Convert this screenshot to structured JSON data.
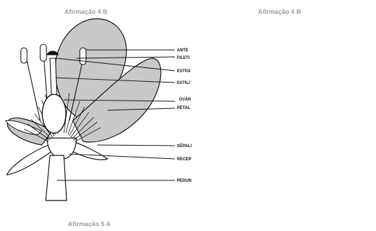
{
  "captions": {
    "top_left": "Afirmação 4 B",
    "top_right": "Afirmação 4 B",
    "bottom": "Afirmação 5 A"
  },
  "diagram": {
    "labels": [
      "ANTE",
      "FILETI",
      "ESTIGI",
      "ESTILI",
      "OVÁR",
      "PÉTAL",
      "SÉPALI",
      "RECEP",
      "PEDUN"
    ]
  },
  "colors": {
    "petal_fill": "#c9c9c9",
    "outline": "#111111",
    "caption": "#9a9a9a"
  }
}
